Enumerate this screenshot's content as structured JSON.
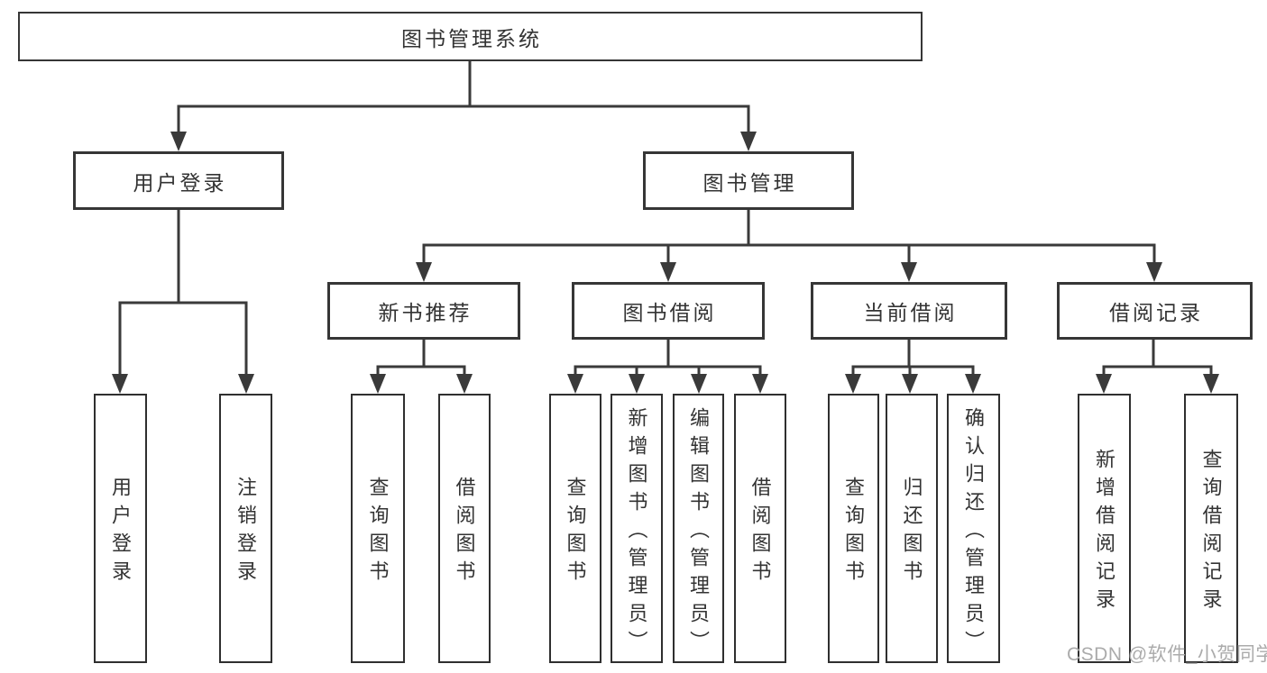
{
  "colors": {
    "line": "#3a3a3a",
    "border": "#363636",
    "text": "#333333",
    "watermark": "#ababab",
    "background": "#ffffff"
  },
  "watermark": "CSDN @软件_小贺同学",
  "nodes": {
    "root": {
      "label": "图书管理系统"
    },
    "level2": [
      {
        "label": "用户登录"
      },
      {
        "label": "图书管理"
      }
    ],
    "level3": [
      {
        "label": "新书推荐"
      },
      {
        "label": "图书借阅"
      },
      {
        "label": "当前借阅"
      },
      {
        "label": "借阅记录"
      }
    ],
    "leaves": [
      {
        "parent": "用户登录",
        "label": "用户登录"
      },
      {
        "parent": "用户登录",
        "label": "注销登录"
      },
      {
        "parent": "新书推荐",
        "label": "查询图书"
      },
      {
        "parent": "新书推荐",
        "label": "借阅图书"
      },
      {
        "parent": "图书借阅",
        "label": "查询图书"
      },
      {
        "parent": "图书借阅",
        "label": "新增图书（管理员）"
      },
      {
        "parent": "图书借阅",
        "label": "编辑图书（管理员）"
      },
      {
        "parent": "图书借阅",
        "label": "借阅图书"
      },
      {
        "parent": "当前借阅",
        "label": "查询图书"
      },
      {
        "parent": "当前借阅",
        "label": "归还图书"
      },
      {
        "parent": "当前借阅",
        "label": "确认归还（管理员）"
      },
      {
        "parent": "借阅记录",
        "label": "新增借阅记录"
      },
      {
        "parent": "借阅记录",
        "label": "查询借阅记录"
      }
    ]
  }
}
